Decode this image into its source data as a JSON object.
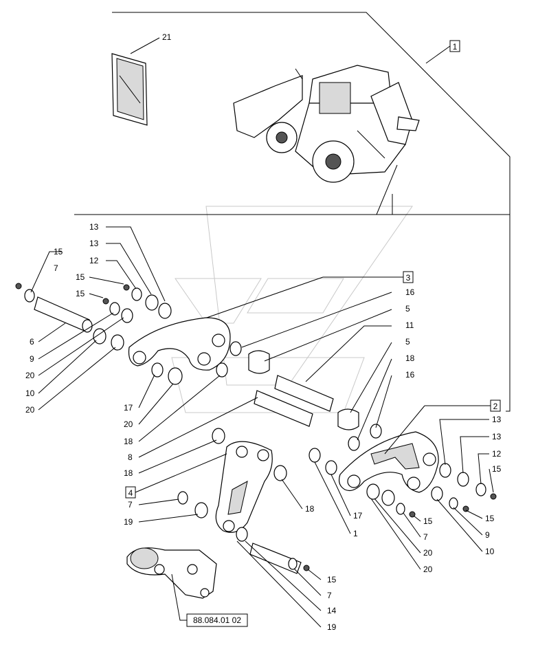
{
  "reference_code": "88.084.01 02",
  "group_labels": [
    "1",
    "2",
    "3",
    "4"
  ],
  "callouts": {
    "c21": "21",
    "c13a": "13",
    "c13b": "13",
    "c12a": "12",
    "c15a": "15",
    "c7a": "7",
    "c15b": "15",
    "c15c": "15",
    "c6": "6",
    "c9a": "9",
    "c20a": "20",
    "c10a": "10",
    "c20b": "20",
    "c16a": "16",
    "c5a": "5",
    "c11": "11",
    "c5b": "5",
    "c18a": "18",
    "c16b": "16",
    "c17a": "17",
    "c20c": "20",
    "c18b": "18",
    "c8": "8",
    "c18c": "18",
    "c13c": "13",
    "c13d": "13",
    "c12b": "12",
    "c15d": "15",
    "c15e": "15",
    "c9b": "9",
    "c10b": "10",
    "c7b": "7",
    "c19a": "19",
    "c18d": "18",
    "c17b": "17",
    "c1": "1",
    "c15f": "15",
    "c7c": "7",
    "c20d": "20",
    "c20e": "20",
    "c15g": "15",
    "c7d": "7",
    "c14": "14",
    "c19b": "19"
  }
}
